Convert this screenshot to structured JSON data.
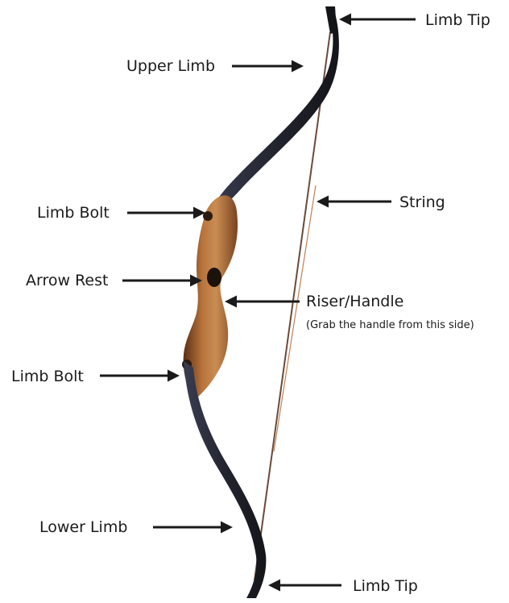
{
  "labels": {
    "limb_tip_top": "Limb Tip",
    "upper_limb": "Upper Limb",
    "limb_bolt_upper": "Limb Bolt",
    "string": "String",
    "arrow_rest": "Arrow Rest",
    "riser_handle": "Riser/Handle",
    "riser_note": "(Grab the handle from this side)",
    "limb_bolt_lower": "Limb Bolt",
    "lower_limb": "Lower Limb",
    "limb_tip_bottom": "Limb Tip"
  },
  "colors": {
    "limb": "#2b2d3c",
    "riser_dark": "#5a2f14",
    "riser_mid": "#9a5a2a",
    "riser_light": "#c98d52",
    "string": "#6a4a3a",
    "arrow": "#1a1a1a"
  }
}
